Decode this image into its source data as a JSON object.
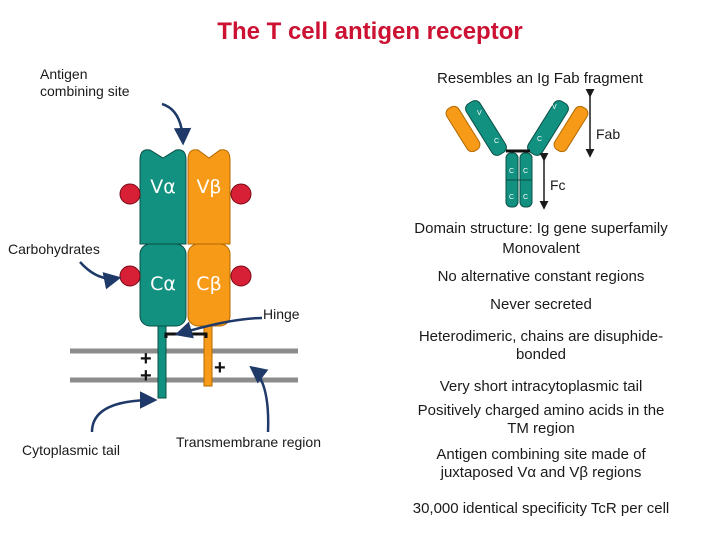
{
  "title": "The T cell antigen receptor",
  "left": {
    "antigen_site_label": "Antigen\ncombining site",
    "carbohydrates_label": "Carbohydrates",
    "hinge_label": "Hinge",
    "cytoplasmic_label": "Cytoplasmic tail",
    "transmembrane_label": "Transmembrane region",
    "v_alpha": "Vα",
    "v_beta": "Vβ",
    "c_alpha": "Cα",
    "c_beta": "Cβ",
    "plus_signs": [
      "+",
      "+",
      "+"
    ]
  },
  "right": {
    "fab_caption": "Resembles an Ig Fab fragment",
    "fab_label": "Fab",
    "fc_label": "Fc",
    "ig_domain_labels": [
      "V",
      "V",
      "C",
      "C",
      "C",
      "C",
      "C",
      "C"
    ],
    "features": [
      "Domain structure: Ig gene superfamily",
      "Monovalent",
      "No alternative constant regions",
      "Never secreted",
      "Heterodimeric, chains are disuphide-\nbonded",
      "Very short intracytoplasmic tail",
      "Positively charged amino acids in the\nTM region",
      "Antigen combining site made of\njuxtaposed Vα and Vβ regions",
      "30,000 identical specificity TcR per cell"
    ]
  },
  "colors": {
    "title": "#cc1133",
    "alpha_chain": "#129080",
    "beta_chain": "#f79a18",
    "carbohydrate": "#d71f36",
    "membrane": "#8c8c8c"
  }
}
